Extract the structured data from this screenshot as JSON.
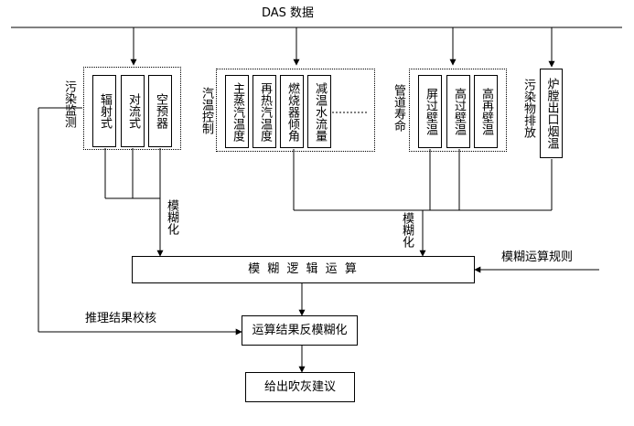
{
  "bus_label": "DAS 数据",
  "groups": {
    "pollution_monitor": {
      "label": "污染监测",
      "items": [
        "辐射式",
        "对流式",
        "空预器"
      ]
    },
    "steam_control": {
      "label": "汽温控制",
      "items": [
        "主蒸汽温度",
        "再热汽温度",
        "燃烧器倾角",
        "减温水流量"
      ]
    },
    "pipe_life": {
      "label": "管道寿命",
      "items": [
        "屏过壁温",
        "高过壁温",
        "高再壁温"
      ]
    },
    "emission": {
      "label": "污染物排放",
      "items": [
        "炉膛出口烟温"
      ]
    }
  },
  "fuzzify_left": "模糊化",
  "fuzzify_right": "模糊化",
  "fuzzy_op": "模 糊 逻 辑 运 算",
  "fuzzy_rule": "模糊运算规则",
  "check": "推理结果校核",
  "defuzzify": "运算结果反模糊化",
  "advice": "给出吹灰建议"
}
